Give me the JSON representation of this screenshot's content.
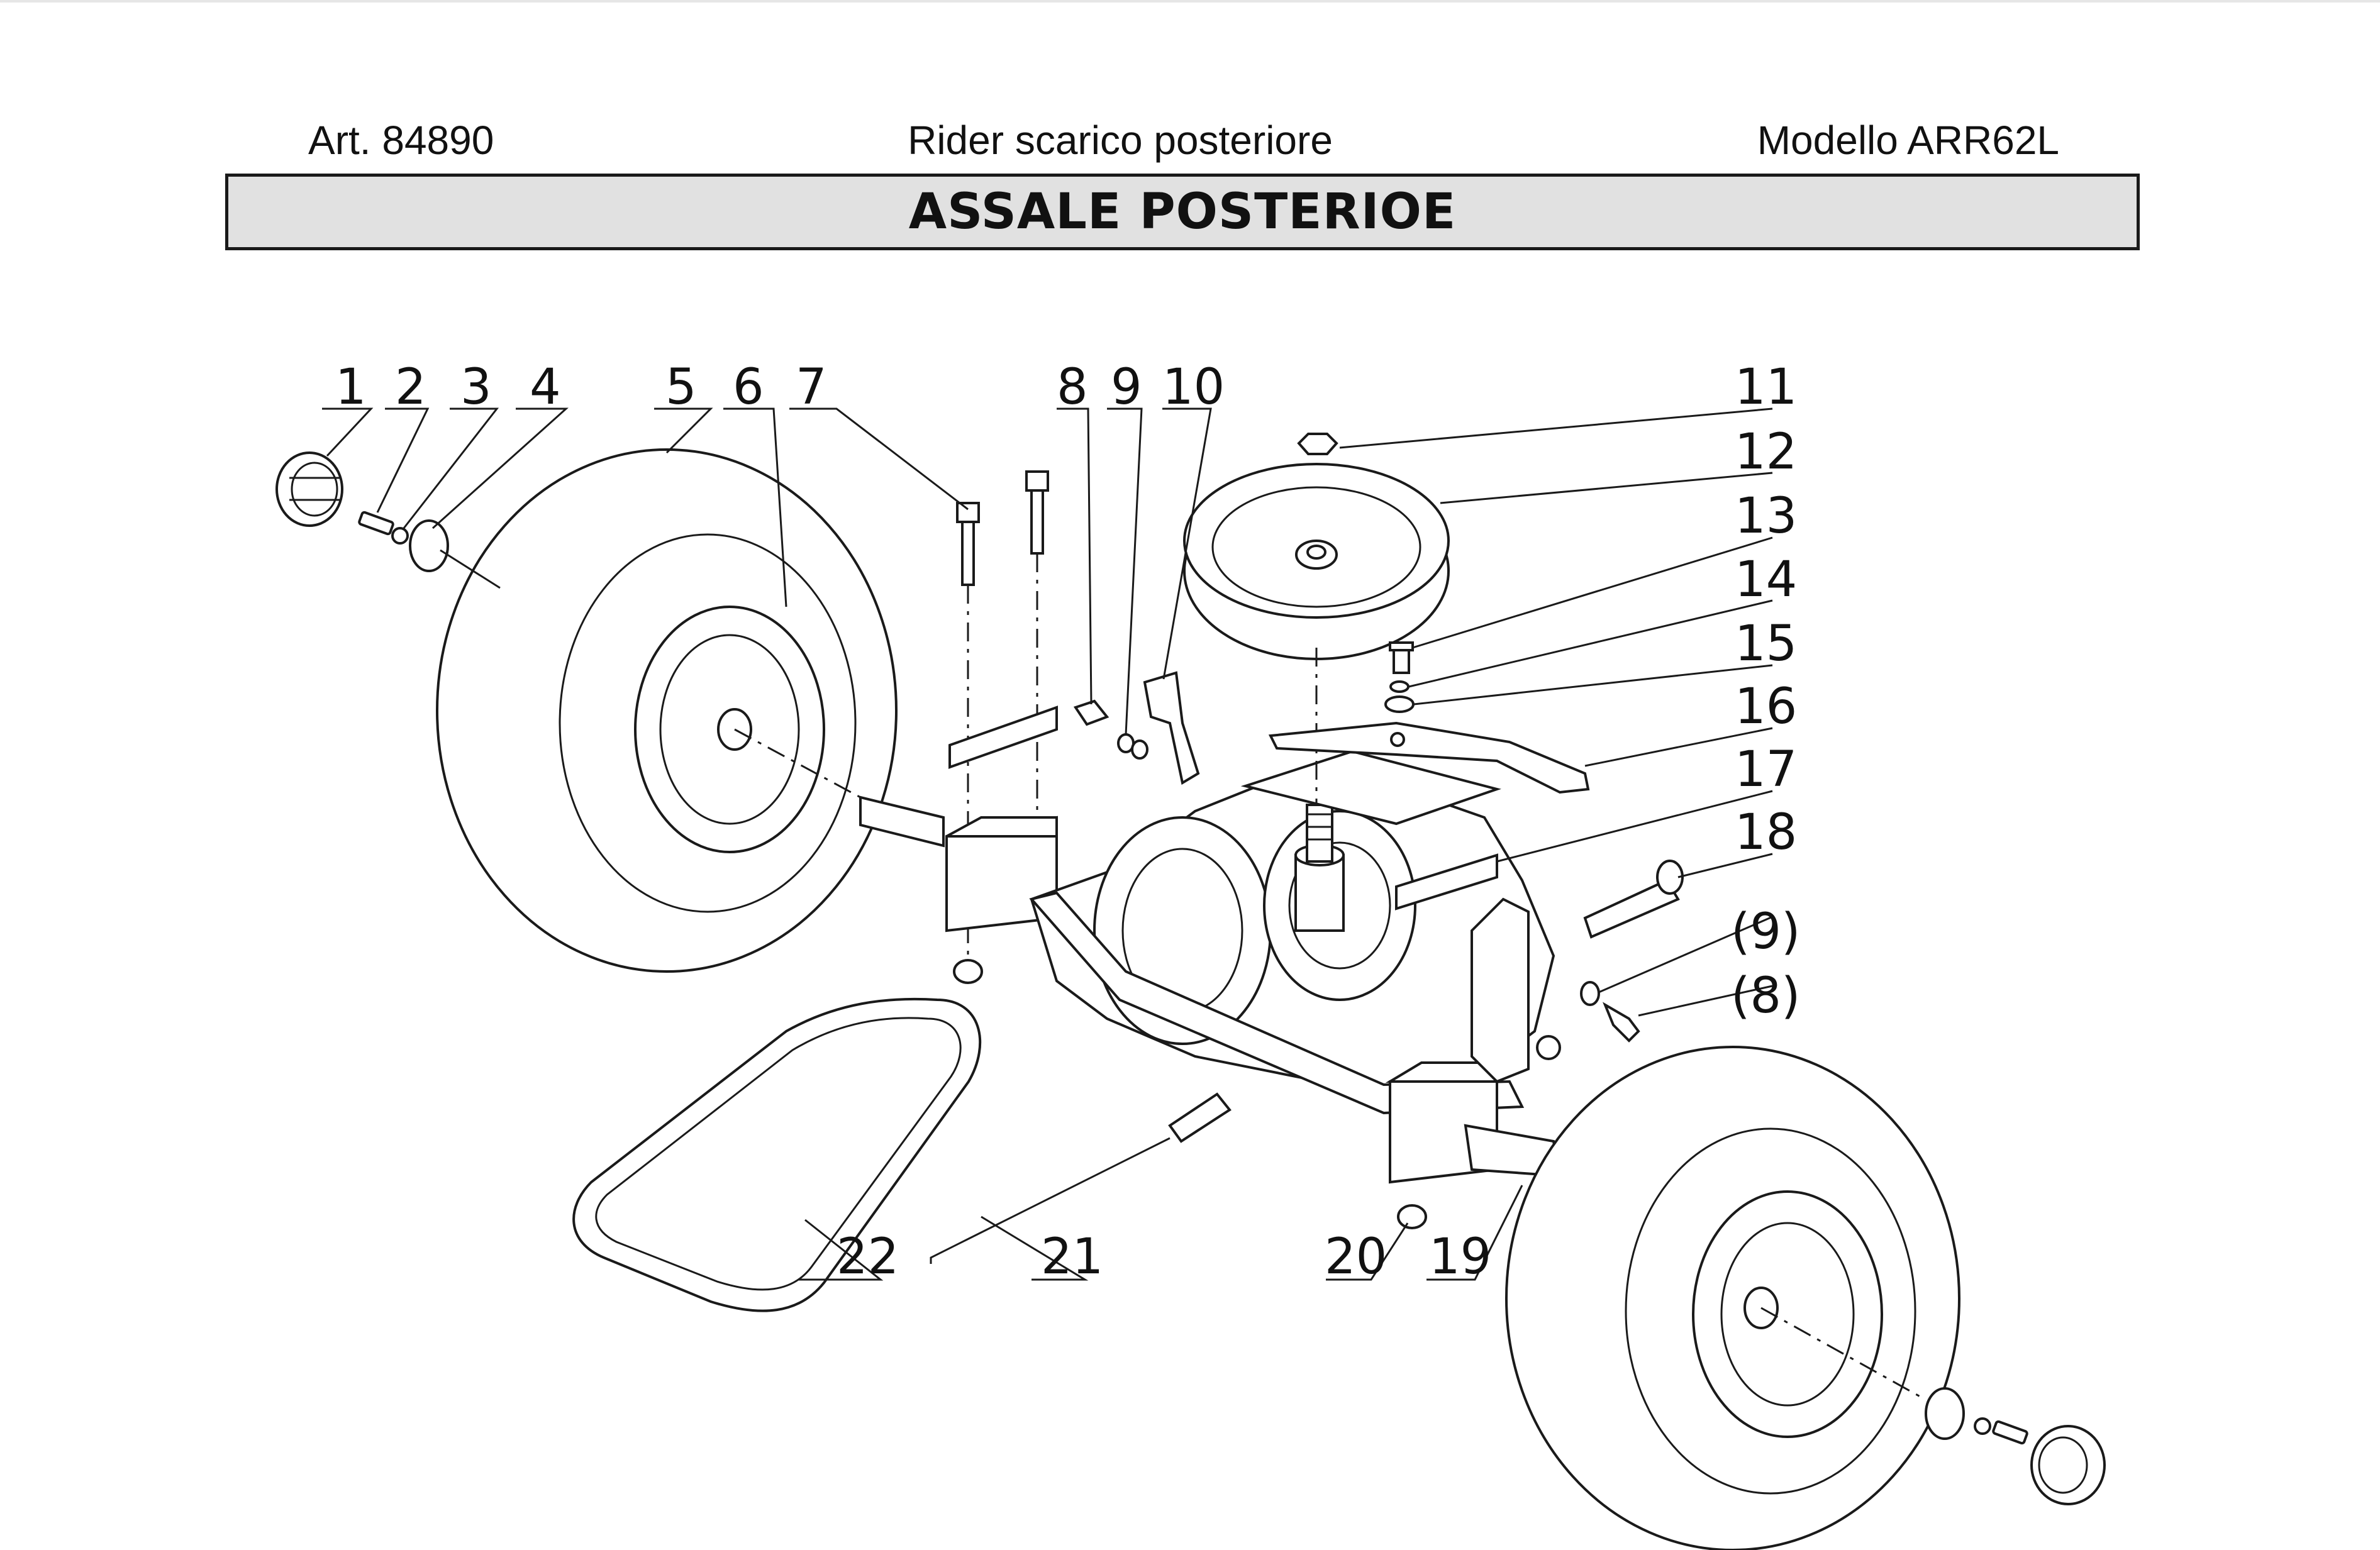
{
  "header": {
    "article": "Art. 84890",
    "description": "Rider scarico posteriore",
    "model": "Modello ARR62L"
  },
  "title": "ASSALE POSTERIOE",
  "callouts": [
    "1",
    "2",
    "3",
    "4",
    "5",
    "6",
    "7",
    "8",
    "9",
    "10",
    "11",
    "12",
    "13",
    "14",
    "15",
    "16",
    "17",
    "18",
    "(9)",
    "(8)",
    "19",
    "20",
    "21",
    "22"
  ]
}
